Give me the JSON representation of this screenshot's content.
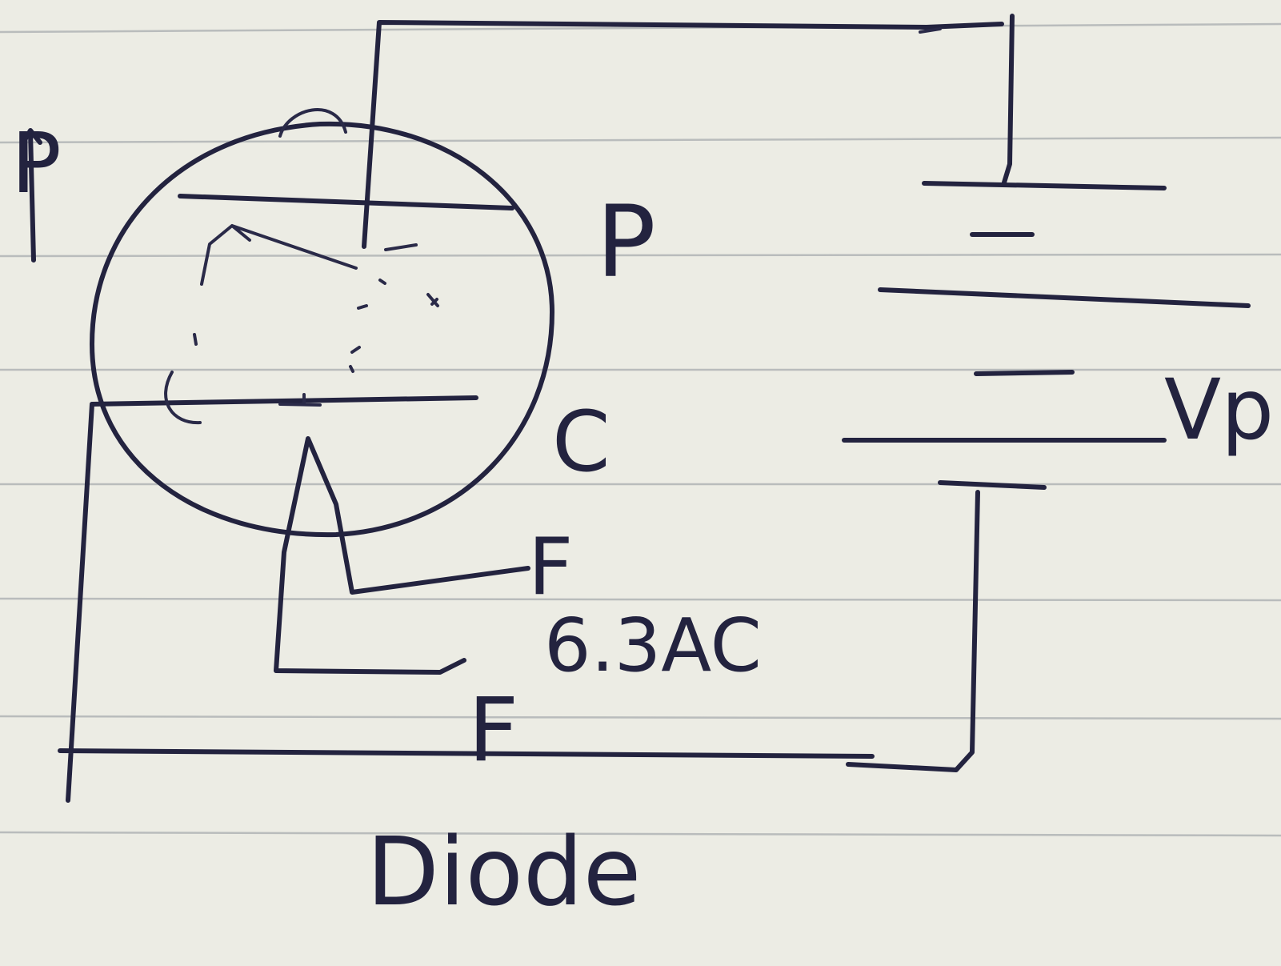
{
  "diagram": {
    "labels": {
      "plate_left": "P",
      "plate": "P",
      "cathode": "C",
      "filament_top": "F",
      "filament_bottom": "F",
      "heater_supply": "6.3AC",
      "plate_voltage": "Vp",
      "caption": "Diode"
    }
  },
  "colors": {
    "paper": "#ecece4",
    "ink": "#23233f",
    "rule": "#b9bcbc"
  }
}
